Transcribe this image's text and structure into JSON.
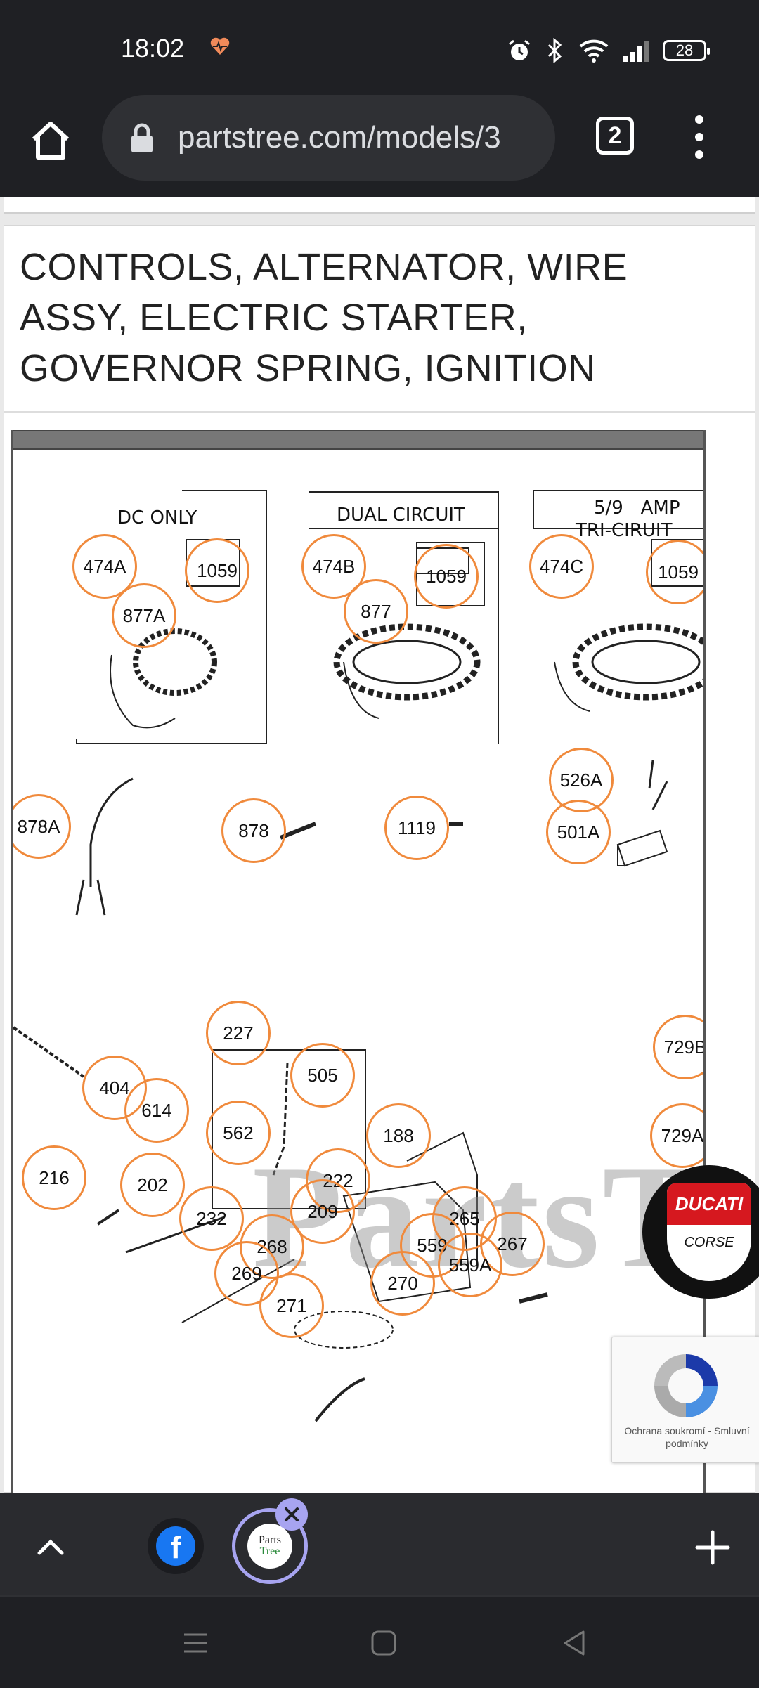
{
  "status_bar": {
    "time": "18:02",
    "battery": "28",
    "icons": [
      "heart-rate-icon",
      "alarm-icon",
      "bluetooth-icon",
      "wifi-icon",
      "signal-icon",
      "battery-icon"
    ]
  },
  "browser": {
    "url": "partstree.com/models/3",
    "tab_count": "2"
  },
  "page": {
    "title": "CONTROLS, ALTERNATOR, WIRE ASSY, ELECTRIC STARTER, GOVERNOR SPRING, IGNITION",
    "diagram": {
      "section_labels": {
        "dc_only": "DC ONLY",
        "dual_circuit": "DUAL CIRCUIT",
        "tri_circuit_line1": "5/9   AMP",
        "tri_circuit_line2": "TRI-CIRUIT"
      },
      "hotspots": {
        "h474A": "474A",
        "h1059a": "1059",
        "h877A": "877A",
        "h474B": "474B",
        "h1059b": "1059",
        "h877": "877",
        "h474C": "474C",
        "h1059c": "1059",
        "h878A": "878A",
        "h878": "878",
        "h1119": "1119",
        "h526A": "526A",
        "h501A": "501A",
        "h227": "227",
        "h505": "505",
        "h404": "404",
        "h614": "614",
        "h562": "562",
        "h188": "188",
        "h729B": "729B",
        "h729A": "729A",
        "h216": "216",
        "h202": "202",
        "h222": "222",
        "h232": "232",
        "h209": "209",
        "h265": "265",
        "h268": "268",
        "h559": "559",
        "h267": "267",
        "h559A": "559A",
        "h269": "269",
        "h270": "270",
        "h271": "271"
      },
      "watermark": "PartsT"
    },
    "ad": {
      "brand": "DUCATI",
      "sub": "CORSE"
    },
    "recaptcha": {
      "text": "Ochrana soukromí - Smluvní podmínky"
    }
  },
  "bottom_bar": {
    "tabs": [
      {
        "name": "facebook",
        "label": "f"
      },
      {
        "name": "partstree",
        "line1": "Parts",
        "line2": "Tree"
      }
    ]
  },
  "colors": {
    "hotspot": "#f08a3c",
    "chrome": "#1f2024",
    "active_tab_ring": "#a7a4f0"
  }
}
